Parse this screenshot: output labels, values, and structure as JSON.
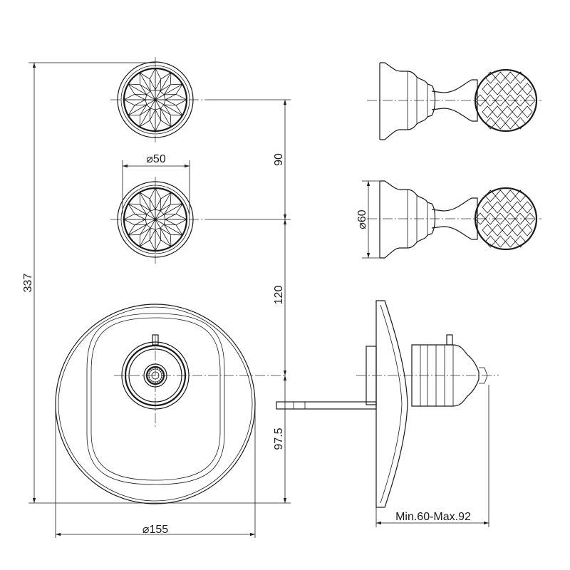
{
  "dimensions": {
    "overall_height": "337",
    "handle_spacing": "90",
    "handle_to_plate": "120",
    "plate_lower": "97.5",
    "handle_diameter": "⌀50",
    "handle_depth_diameter": "⌀60",
    "plate_diameter": "⌀155",
    "depth_range": "Min.60-Max.92"
  },
  "icons": [
    "crystal-handle-icon",
    "concealed-valve-icon"
  ]
}
